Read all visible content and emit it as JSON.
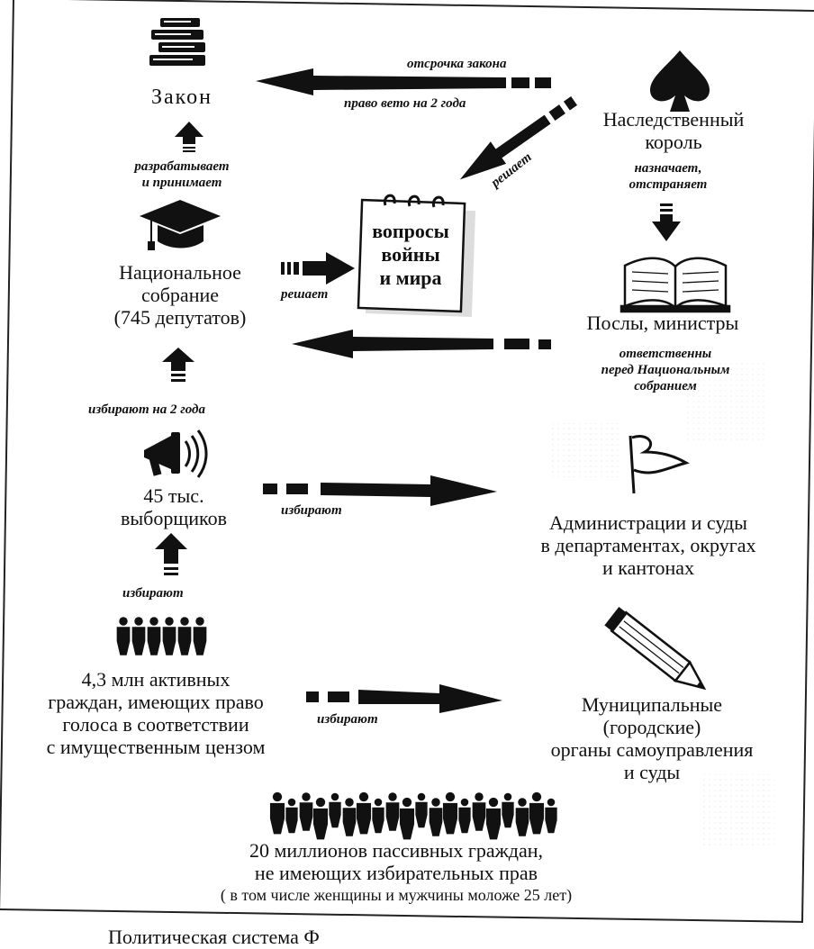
{
  "nodes": {
    "law": "Закон",
    "king": [
      "Наследственный",
      "король"
    ],
    "assembly": [
      "Национальное",
      "собрание",
      "(745 депутатов)"
    ],
    "war_peace": [
      "вопросы",
      "войны",
      "и мира"
    ],
    "ministers": "Послы, министры",
    "electors": [
      "45 тыс.",
      "выборщиков"
    ],
    "administrations": [
      "Администрации и суды",
      "в департаментах, округах",
      "и кантонах"
    ],
    "active_citizens": [
      "4,3 млн активных",
      "граждан, имеющих право",
      "голоса в соответствии",
      "с имущественным цензом"
    ],
    "municipal": [
      "Муниципальные",
      "(городские)",
      "органы самоуправления",
      "и суды"
    ],
    "passive_citizens": [
      "20 миллионов пассивных граждан,",
      "не имеющих избирательных прав",
      "( в том числе женщины и мужчины моложе 25 лет)"
    ]
  },
  "edge_labels": {
    "delay": "отсрочка закона",
    "veto": "право вето на 2 года",
    "king_decides": "решает",
    "appoints": [
      "назначает,",
      "отстраняет"
    ],
    "develops": [
      "разрабатывает",
      "и принимает"
    ],
    "assembly_decides": "решает",
    "responsible": [
      "ответственны",
      "перед Национальным",
      "собранием"
    ],
    "elect_2y": "избирают на 2 года",
    "elect_admin": "избирают",
    "elect_electors": "избирают",
    "elect_municipal": "избирают"
  },
  "caption": "Политическая система Ф",
  "icons": [
    "books-icon",
    "spade-icon",
    "graduation-cap-icon",
    "notepad-icon",
    "open-book-icon",
    "megaphone-icon",
    "flag-icon",
    "pencil-icon",
    "people-group-icon",
    "crowd-icon"
  ],
  "colors": {
    "ink": "#111111",
    "paper": "#ffffff"
  }
}
